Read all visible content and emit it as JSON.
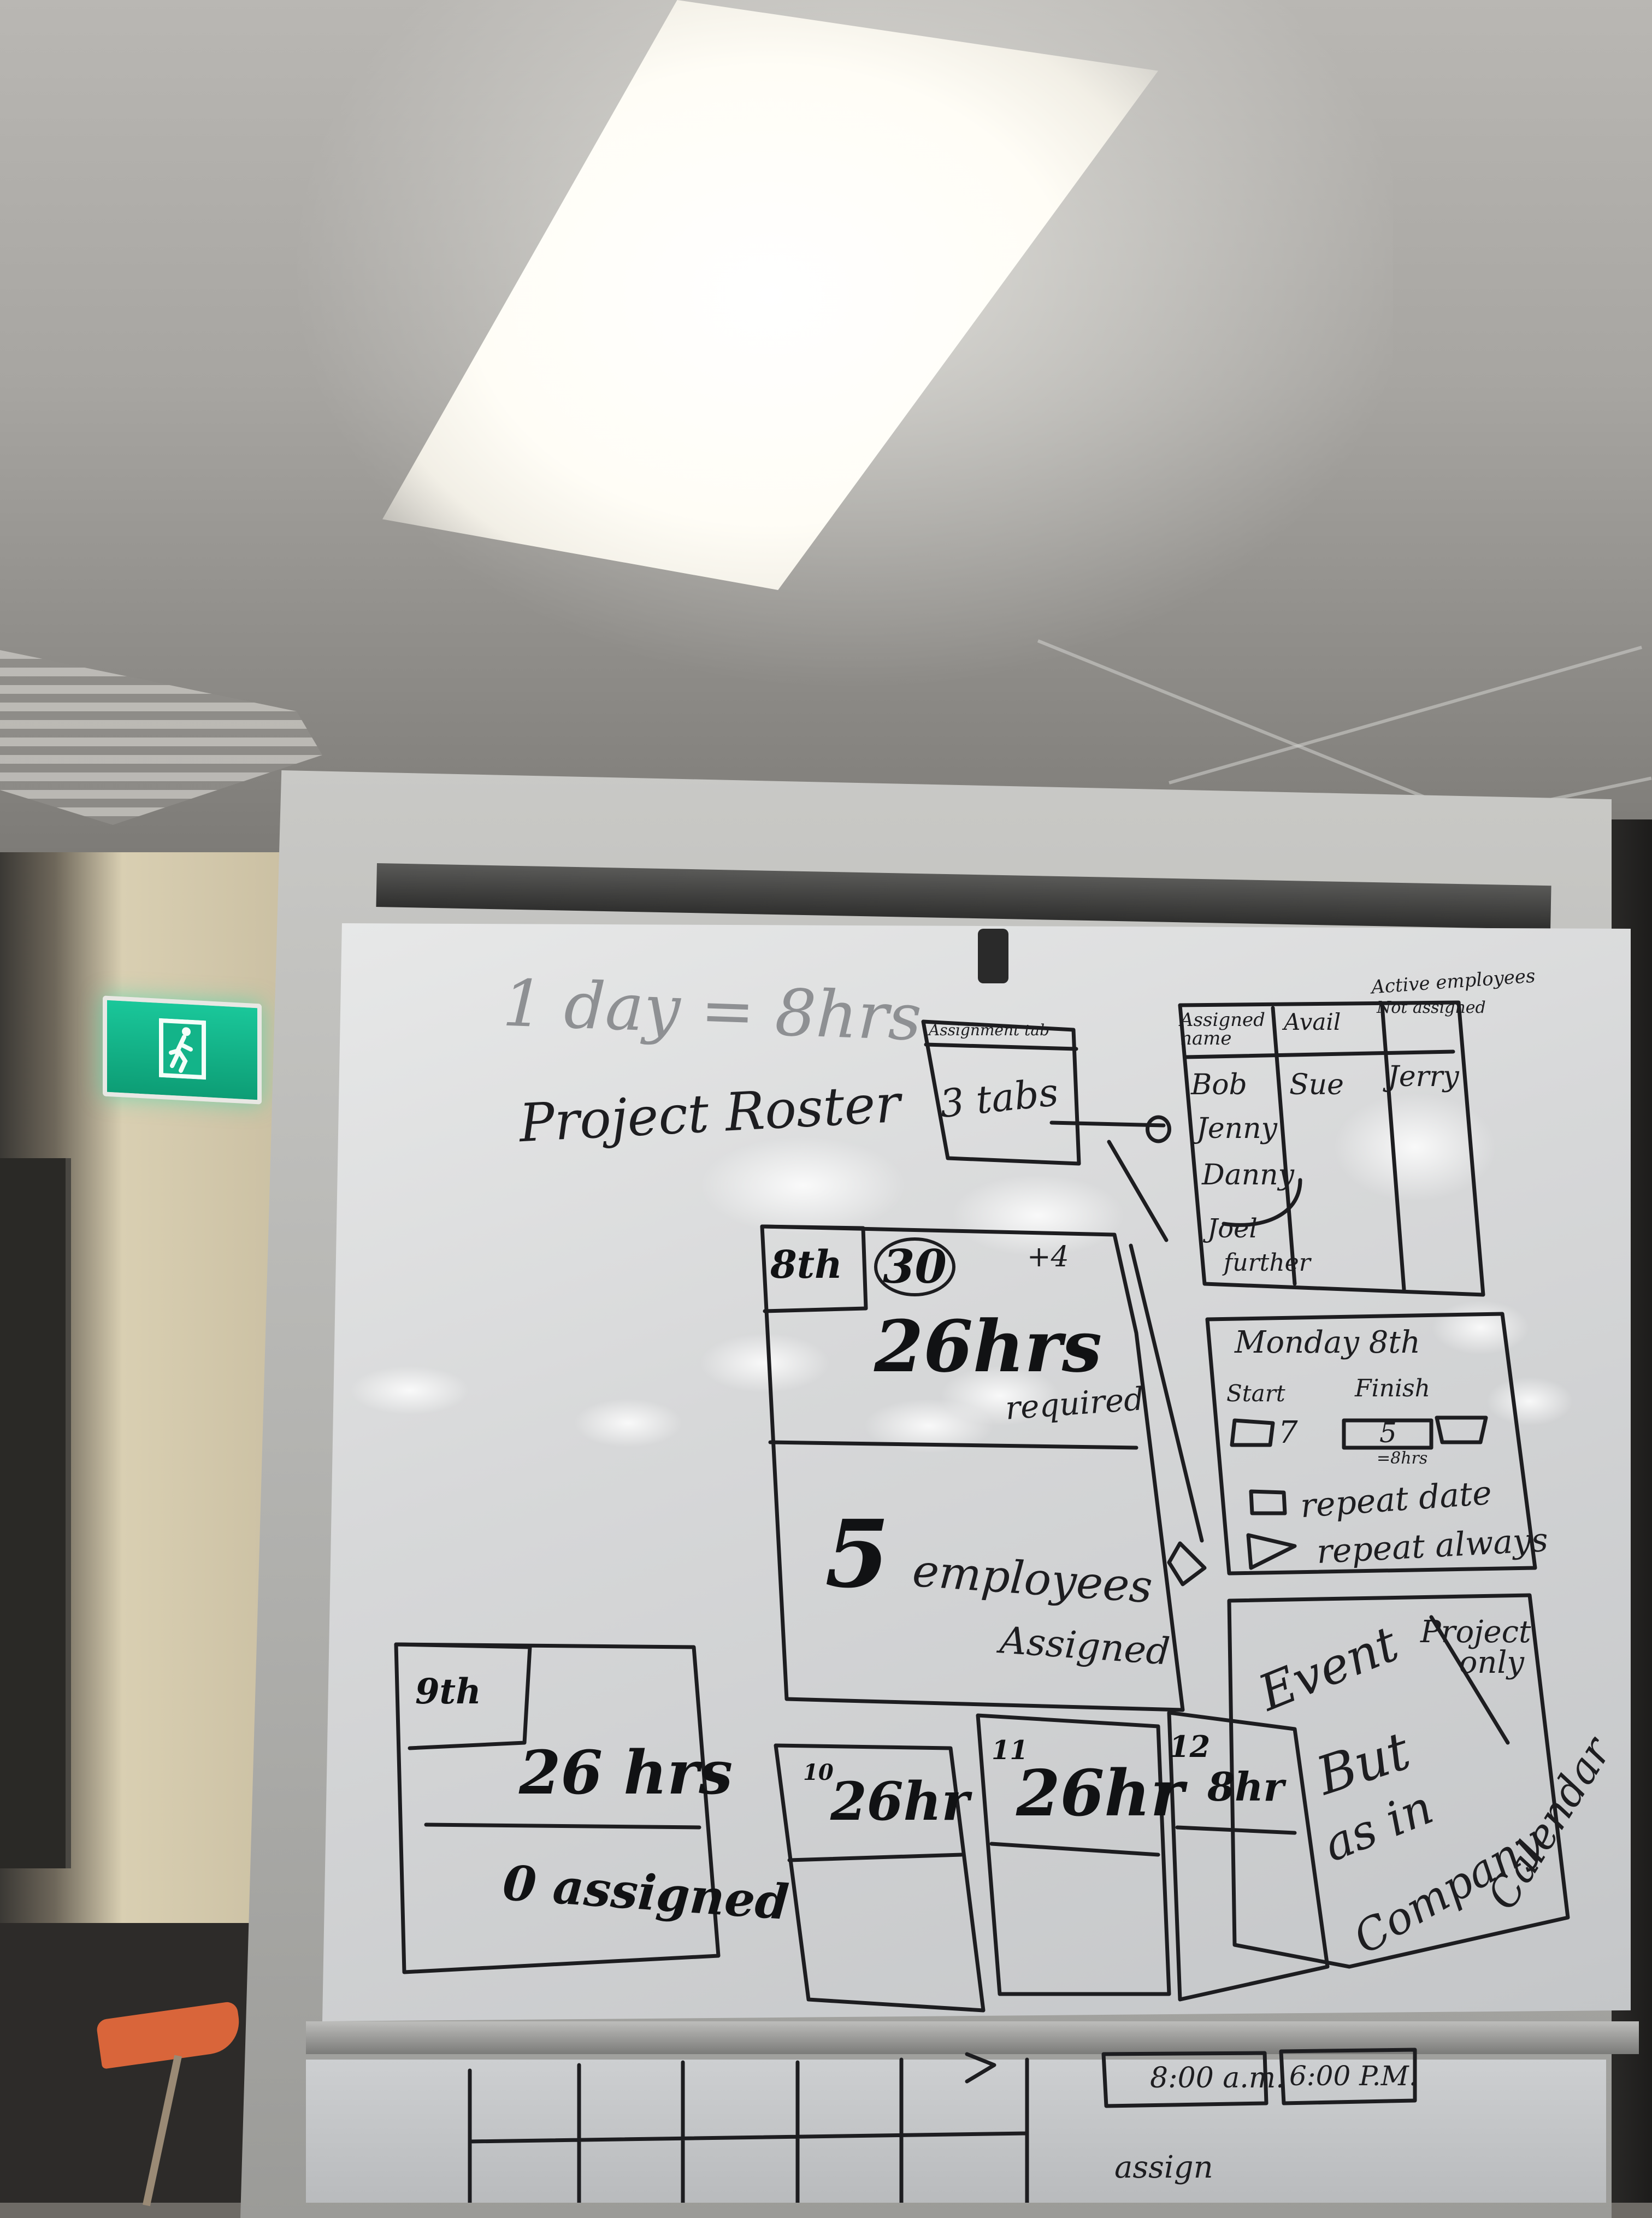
{
  "whiteboard": {
    "top_left": {
      "rule": "1 day = 8hrs",
      "title": "Project Roster"
    },
    "tabs_box": {
      "header": "Assignment tab",
      "text": "3 tabs"
    },
    "employee_columns": {
      "header_assigned": "Assigned name",
      "header_avail": "Avail",
      "header_active": "Active employees",
      "header_active_sub": "Not assigned",
      "assigned_names": [
        "Bob",
        "Jenny",
        "Danny",
        "Joel",
        "further"
      ],
      "avail_names": [
        "Sue"
      ],
      "active_names": [
        "Jerry"
      ]
    },
    "day_card_8": {
      "date": "8th",
      "hours_circled": "30",
      "plus": "+4",
      "required_hours": "26hrs",
      "required_label": "required",
      "assigned_count": "5",
      "assigned_label_1": "employees",
      "assigned_label_2": "Assigned"
    },
    "monday_form": {
      "title": "Monday 8th",
      "start_label": "Start",
      "finish_label": "Finish",
      "start_value": "7",
      "finish_value": "5",
      "total": "=8hrs",
      "option_1": "repeat date",
      "option_2": "repeat always"
    },
    "event_box": {
      "left": "Event",
      "right": "Project only",
      "line1": "But",
      "line2": "as in",
      "line3": "Company",
      "line4": "Calendar"
    },
    "day_card_9": {
      "date": "9th",
      "hours": "26 hrs",
      "assigned": "0 assigned"
    },
    "day_card_10": {
      "date": "10",
      "hours": "26hr"
    },
    "day_card_11": {
      "date": "11",
      "hours": "26hr"
    },
    "day_card_12": {
      "date": "12",
      "hours": "8hr"
    },
    "lower_board": {
      "time_start": "8:00 a.m.",
      "time_end": "6:00 P.M.",
      "assign": "assign"
    }
  },
  "exit_sign": {
    "icon": "running-man-exit-icon",
    "color": "#13b489"
  },
  "colors": {
    "marker": "#1d1d20",
    "board": "#d8d9da",
    "ceiling": "#b4b2ae"
  }
}
